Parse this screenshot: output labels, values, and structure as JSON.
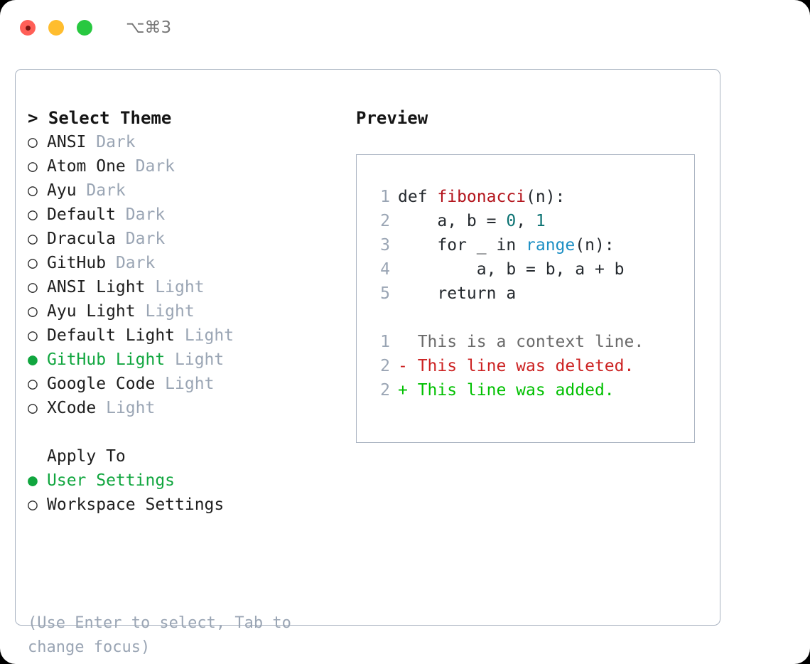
{
  "window": {
    "title": "⌥⌘3",
    "traffic_lights": [
      {
        "name": "close-button",
        "color": "#ff5f57"
      },
      {
        "name": "minimize-button",
        "color": "#ffbd2e"
      },
      {
        "name": "maximize-button",
        "color": "#28c840"
      }
    ]
  },
  "theme_picker": {
    "header": "> Select Theme",
    "marker_selected": "●",
    "marker_unselected": "○",
    "selected_color": "#11a63f",
    "items": [
      {
        "name": "ANSI",
        "suffix": "Dark",
        "selected": false
      },
      {
        "name": "Atom One",
        "suffix": "Dark",
        "selected": false
      },
      {
        "name": "Ayu",
        "suffix": "Dark",
        "selected": false
      },
      {
        "name": "Default",
        "suffix": "Dark",
        "selected": false
      },
      {
        "name": "Dracula",
        "suffix": "Dark",
        "selected": false
      },
      {
        "name": "GitHub",
        "suffix": "Dark",
        "selected": false
      },
      {
        "name": "ANSI Light",
        "suffix": "Light",
        "selected": false
      },
      {
        "name": "Ayu Light",
        "suffix": "Light",
        "selected": false
      },
      {
        "name": "Default Light",
        "suffix": "Light",
        "selected": false
      },
      {
        "name": "GitHub Light",
        "suffix": "Light",
        "selected": true
      },
      {
        "name": "Google Code",
        "suffix": "Light",
        "selected": false
      },
      {
        "name": "XCode",
        "suffix": "Light",
        "selected": false
      }
    ]
  },
  "apply_to": {
    "header": "Apply To",
    "items": [
      {
        "name": "User Settings",
        "selected": true
      },
      {
        "name": "Workspace Settings",
        "selected": false
      }
    ]
  },
  "hint": "(Use Enter to select, Tab to change focus)",
  "preview": {
    "title": "Preview",
    "code_lines": [
      {
        "lineno": "1",
        "tokens": [
          {
            "text": "def ",
            "type": "plain"
          },
          {
            "text": "fibonacci",
            "type": "func"
          },
          {
            "text": "(n):",
            "type": "plain"
          }
        ]
      },
      {
        "lineno": "2",
        "tokens": [
          {
            "text": "    a, b = ",
            "type": "plain"
          },
          {
            "text": "0",
            "type": "num"
          },
          {
            "text": ", ",
            "type": "plain"
          },
          {
            "text": "1",
            "type": "num"
          }
        ]
      },
      {
        "lineno": "3",
        "tokens": [
          {
            "text": "    for _ in ",
            "type": "plain"
          },
          {
            "text": "range",
            "type": "call"
          },
          {
            "text": "(n):",
            "type": "plain"
          }
        ]
      },
      {
        "lineno": "4",
        "tokens": [
          {
            "text": "        a, b = b, a + b",
            "type": "plain"
          }
        ]
      },
      {
        "lineno": "5",
        "tokens": [
          {
            "text": "    return a",
            "type": "plain"
          }
        ]
      }
    ],
    "diff_lines": [
      {
        "lineno": "1",
        "marker": " ",
        "text": "  This is a context line.",
        "type": "ctx"
      },
      {
        "lineno": "2",
        "marker": "-",
        "text": "- This line was deleted.",
        "type": "del"
      },
      {
        "lineno": "2",
        "marker": "+",
        "text": "+ This line was added.",
        "type": "add"
      }
    ]
  }
}
